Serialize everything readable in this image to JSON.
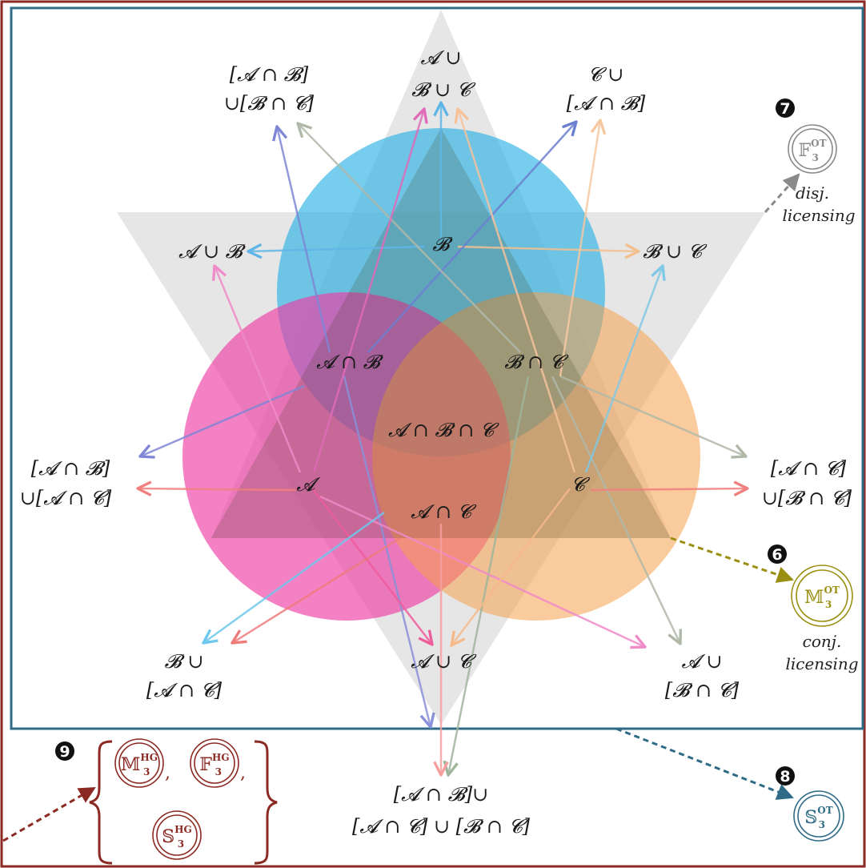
{
  "regions": {
    "b": "𝓑",
    "a_cap_b": "𝓐 ∩ 𝓑",
    "b_cap_c": "𝓑 ∩ 𝓒",
    "a_cap_b_cap_c": "𝓐 ∩ 𝓑 ∩ 𝓒",
    "a": "𝓐",
    "c": "𝓒",
    "a_cap_c": "𝓐 ∩ 𝓒"
  },
  "outer_labels": {
    "top_line1": "𝓐 ∪",
    "top_line2": "𝓑 ∪ 𝓒",
    "top_left_line1": "[𝓐 ∩ 𝓑]",
    "top_left_line2": "∪[𝓑 ∩ 𝓒]",
    "top_right_line1": "𝓒 ∪",
    "top_right_line2": "[𝓐 ∩ 𝓑]",
    "a_cup_b": "𝓐 ∪ 𝓑",
    "b_cup_c": "𝓑 ∪ 𝓒",
    "left_line1": "[𝓐 ∩ 𝓑]",
    "left_line2": "∪[𝓐 ∩ 𝓒]",
    "right_line1": "[𝓐 ∩ 𝓒]",
    "right_line2": "∪[𝓑 ∩ 𝓒]",
    "bottom_left_line1": "𝓑 ∪",
    "bottom_left_line2": "[𝓐 ∩ 𝓒]",
    "a_cup_c": "𝓐 ∪ 𝓒",
    "bottom_right_line1": "𝓐 ∪",
    "bottom_right_line2": "[𝓑 ∩ 𝓒]",
    "bottom_line1": "[𝓐 ∩ 𝓑]∪",
    "bottom_line2": "[𝓐 ∩ 𝓒] ∪ [𝓑 ∩ 𝓒]"
  },
  "badges": {
    "f_ot": {
      "number": "7",
      "base": "𝔽",
      "sub": "3",
      "sup": "OT",
      "caption1": "disj.",
      "caption2": "licensing",
      "color": "#8a8a8a"
    },
    "m_ot": {
      "number": "6",
      "base": "𝕄",
      "sub": "3",
      "sup": "OT",
      "caption1": "conj.",
      "caption2": "licensing",
      "color": "#9a8f12"
    },
    "s_ot": {
      "number": "8",
      "base": "𝕊",
      "sub": "3",
      "sup": "OT",
      "color": "#2f6b86"
    },
    "hg_set": {
      "number": "9",
      "m": {
        "base": "𝕄",
        "sub": "3",
        "sup": "HG"
      },
      "f": {
        "base": "𝔽",
        "sub": "3",
        "sup": "HG"
      },
      "s": {
        "base": "𝕊",
        "sub": "3",
        "sup": "HG"
      },
      "comma": ",",
      "color": "#8b2a22"
    }
  },
  "colors": {
    "outer_frame": "#8b2a22",
    "inner_frame": "#2f6b86",
    "circle_a": "#ee3ea5",
    "circle_b": "#2db2e3",
    "circle_c": "#f5a04a",
    "hexagram": "#cfcfcf"
  }
}
